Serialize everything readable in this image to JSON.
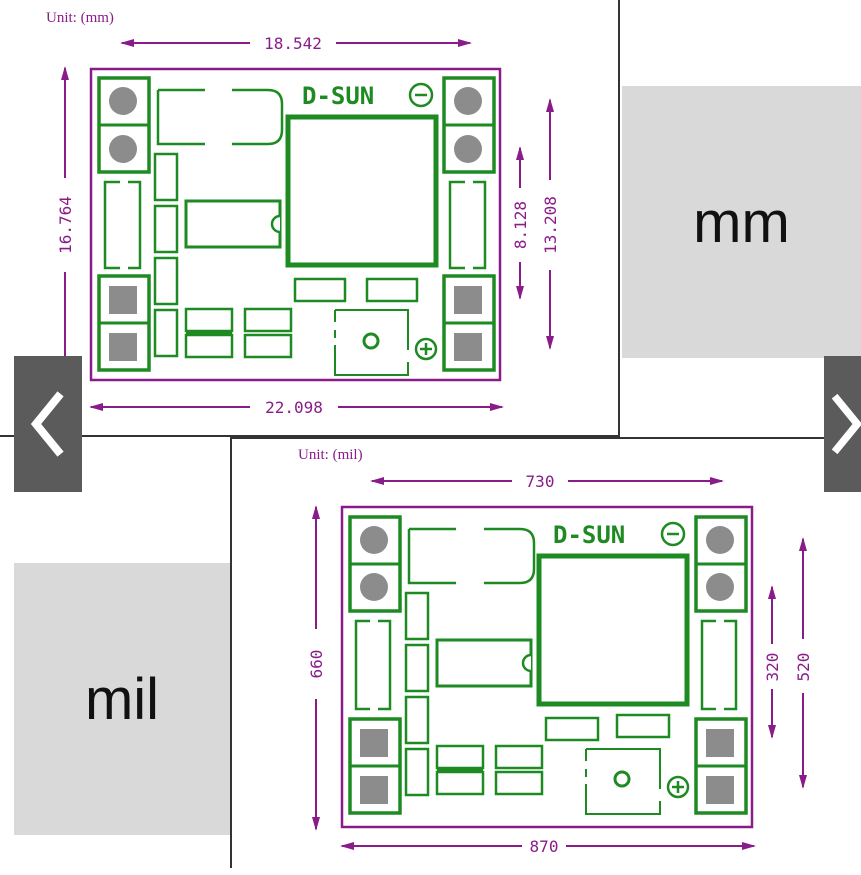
{
  "mm_diagram": {
    "unit_label": "Unit: (mm)",
    "top_width": "18.542",
    "bottom_width": "22.098",
    "left_height": "16.764",
    "right_inner_height": "8.128",
    "right_outer_height": "13.208",
    "brand": "D-SUN"
  },
  "mil_diagram": {
    "unit_label": "Unit: (mil)",
    "top_width": "730",
    "bottom_width": "870",
    "left_height": "660",
    "right_inner_height": "320",
    "right_outer_height": "520",
    "brand": "D-SUN"
  },
  "labels": {
    "mm": "mm",
    "mil": "mil"
  },
  "navigation": {
    "prev_icon": "chevron-left-icon",
    "next_icon": "chevron-right-icon"
  },
  "colors": {
    "outline": "#8a1c8a",
    "trace": "#1e8a22",
    "pad_gray": "#8c8c8c",
    "box_gray": "#d9d9d9",
    "nav_gray": "#5b5b5b"
  }
}
